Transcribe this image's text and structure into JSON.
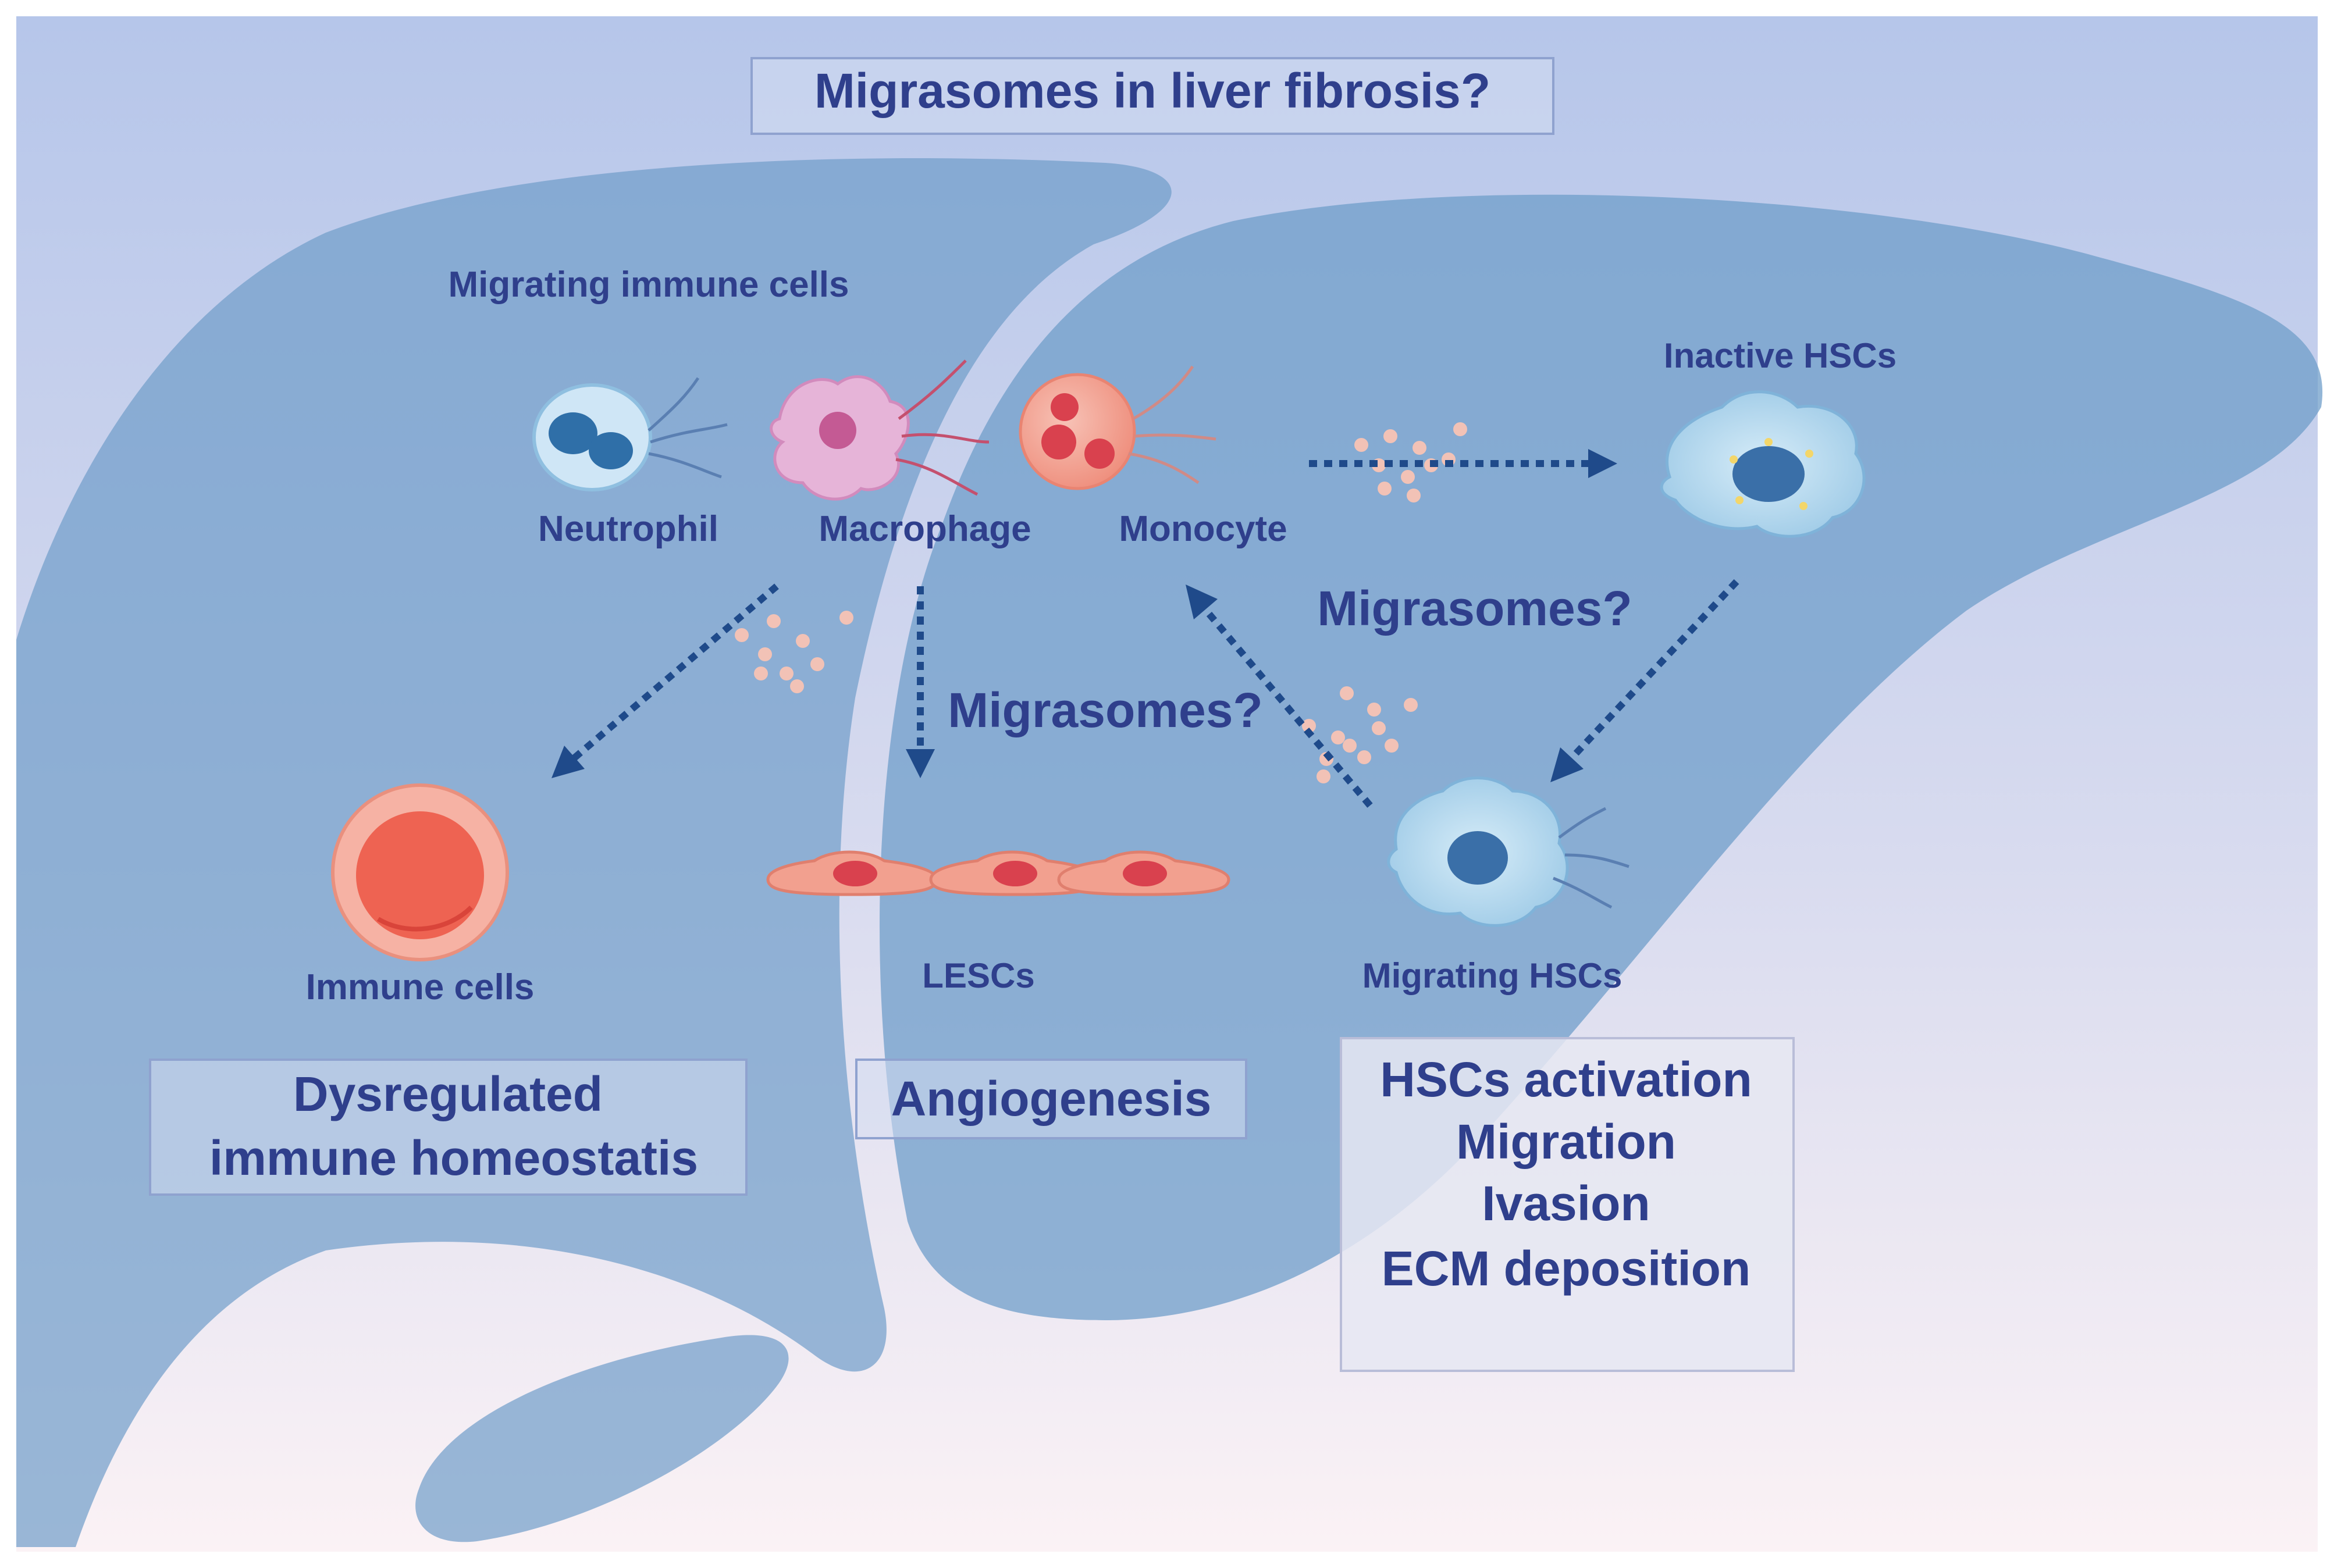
{
  "title": "Migrasomes in liver fibrosis?",
  "section_labels": {
    "migrating_immune_cells": "Migrating immune cells",
    "inactive_hscs": "Inactive HSCs"
  },
  "cells": {
    "neutrophil": "Neutrophil",
    "macrophage": "Macrophage",
    "monocyte": "Monocyte",
    "immune_cells": "Immune cells",
    "lescs": "LESCs",
    "migrating_hscs": "Migrating HSCs"
  },
  "question_labels": {
    "right": "Migrasomes?",
    "center": "Migrasomes?"
  },
  "outcomes": {
    "immune": [
      "Dysregulated",
      "immune homeostatis"
    ],
    "angiogenesis": "Angiogenesis",
    "hscs": [
      "HSCs activation",
      "Migration",
      "Ivasion",
      "ECM deposition"
    ]
  },
  "colors": {
    "background_top": "#b6c6ea",
    "background_bottom": "#fbf2f5",
    "liver": "#6f9dc9",
    "text": "#2f3f8c",
    "arrow": "#1f4a8a",
    "immune_cell": "#f07a6c",
    "hsc": "#9cc9e6"
  }
}
